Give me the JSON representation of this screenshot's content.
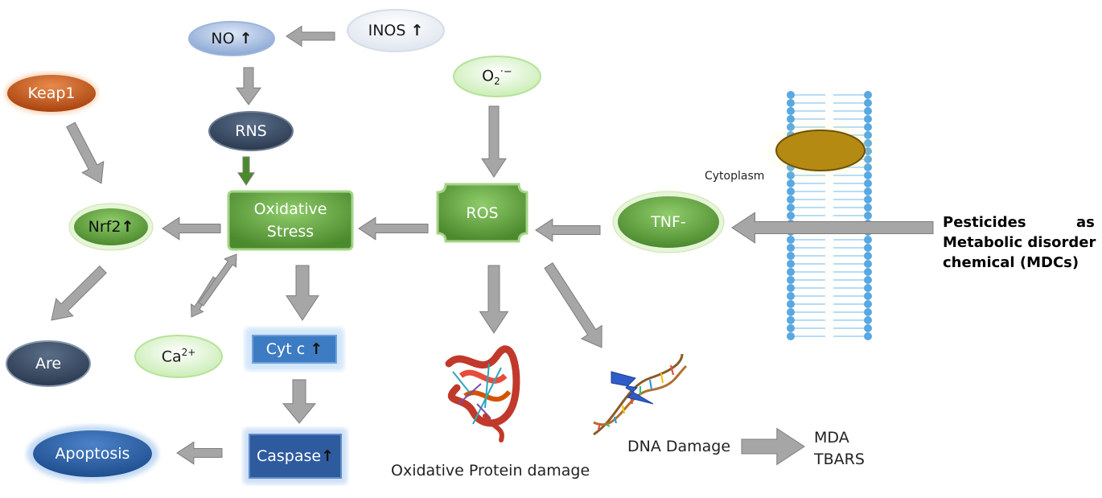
{
  "nodes": {
    "no": {
      "label": "NO",
      "up": "↑"
    },
    "inos": {
      "label": "INOS",
      "up": "↑"
    },
    "rns": {
      "label": "RNS"
    },
    "keap1": {
      "label": "Keap1"
    },
    "o2": {
      "label": "O",
      "sub": "2",
      "sup": "·−"
    },
    "nrf2": {
      "label": "Nrf2",
      "up": "↑"
    },
    "oxidative_stress": {
      "line1": "Oxidative",
      "line2": "Stress"
    },
    "ros": {
      "label": "ROS"
    },
    "tnf": {
      "label": "TNF-"
    },
    "are": {
      "label": "Are"
    },
    "ca": {
      "label": "Ca",
      "sup": "2+"
    },
    "cytc": {
      "label": "Cyt c",
      "up": "↑"
    },
    "caspase": {
      "label": "Caspase",
      "up": "↑"
    },
    "apoptosis": {
      "label": "Apoptosis"
    }
  },
  "labels": {
    "cytoplasm": "Cytoplasm",
    "pesticides_1a": "Pesticides",
    "pesticides_1b": "as",
    "pesticides_2": "Metabolic disorder",
    "pesticides_3": "chemical (MDCs)",
    "protein_damage": "Oxidative Protein damage",
    "dna_damage": "DNA Damage",
    "mda": "MDA",
    "tbars": "TBARS"
  },
  "colors": {
    "green": "#5a9a3a",
    "light_green": "#d8f2c8",
    "navy": "#34465e",
    "blue": "#3d7cc2",
    "dark_blue": "#2e5a9e",
    "orange": "#c85a1c",
    "membrane": "#5aa8e0",
    "protein": "#b58a12",
    "arrow_gray": "#a6a6a6"
  },
  "icons": {
    "protein": "protein-structure-icon",
    "dna": "dna-helix-icon",
    "lightning": "lightning-bolt-icon",
    "membrane": "lipid-bilayer-icon"
  }
}
